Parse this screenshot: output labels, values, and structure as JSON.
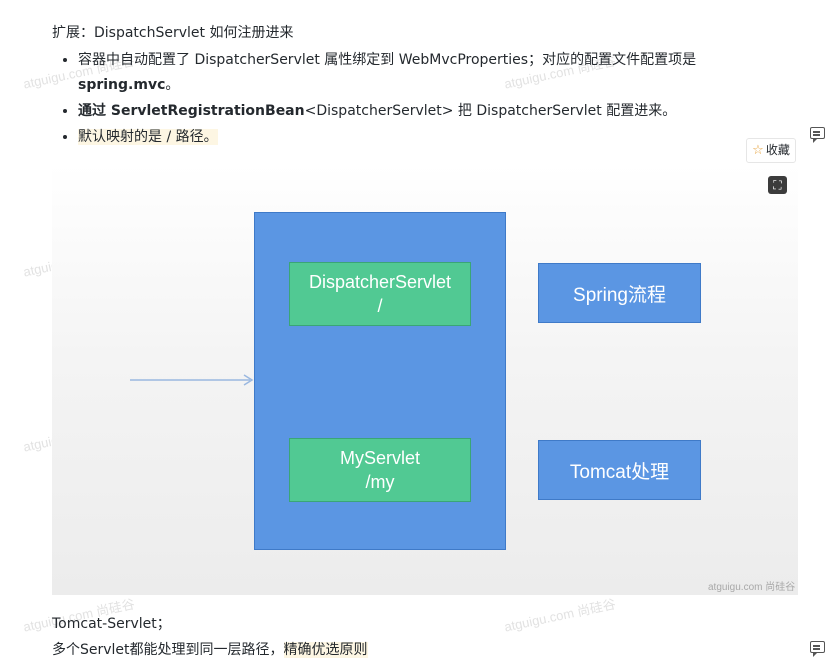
{
  "heading": "扩展：DispatchServlet 如何注册进来",
  "bullets": {
    "b1_text": "容器中自动配置了  DispatcherServlet  属性绑定到 WebMvcProperties；对应的配置文件配置项是 ",
    "b1_bold": "spring.mvc",
    "b1_end": "。",
    "b2_bold": "通过 ServletRegistrationBean",
    "b2_text": "<DispatcherServlet> 把 DispatcherServlet  配置进来。",
    "b3_pre": "默认映射的是 ",
    "b3_hl": "/",
    "b3_post": " 路径。"
  },
  "toolbar": {
    "fav_label": "收藏",
    "fav_icon": "star-icon",
    "expand_icon": "expand-icon"
  },
  "diagram": {
    "dispatcher_line1": "DispatcherServlet",
    "dispatcher_line2": "/",
    "myservlet_line1": "MyServlet",
    "myservlet_line2": "/my",
    "spring_label": "Spring流程",
    "tomcat_label": "Tomcat处理",
    "credit": "atguigu.com 尚硅谷"
  },
  "footer": {
    "line1": "Tomcat-Servlet；",
    "line2_pre": "多个Servlet都能处理到同一层路径，",
    "line2_hl": "精确优选原则"
  },
  "watermark": "atguigu.com 尚硅谷",
  "colors": {
    "tomcat_box": "#5b96e3",
    "servlet_box": "#51c993",
    "arrow": "#9ab8e0",
    "highlight": "#fdf6e3"
  }
}
